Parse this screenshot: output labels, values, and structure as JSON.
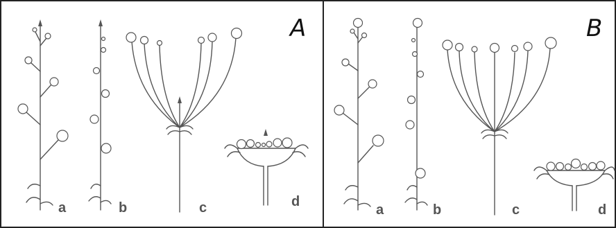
{
  "panels": [
    {
      "label": "A",
      "sublabels": [
        "a",
        "b",
        "c",
        "d"
      ]
    },
    {
      "label": "B",
      "sublabels": [
        "a",
        "b",
        "c",
        "d"
      ]
    }
  ]
}
